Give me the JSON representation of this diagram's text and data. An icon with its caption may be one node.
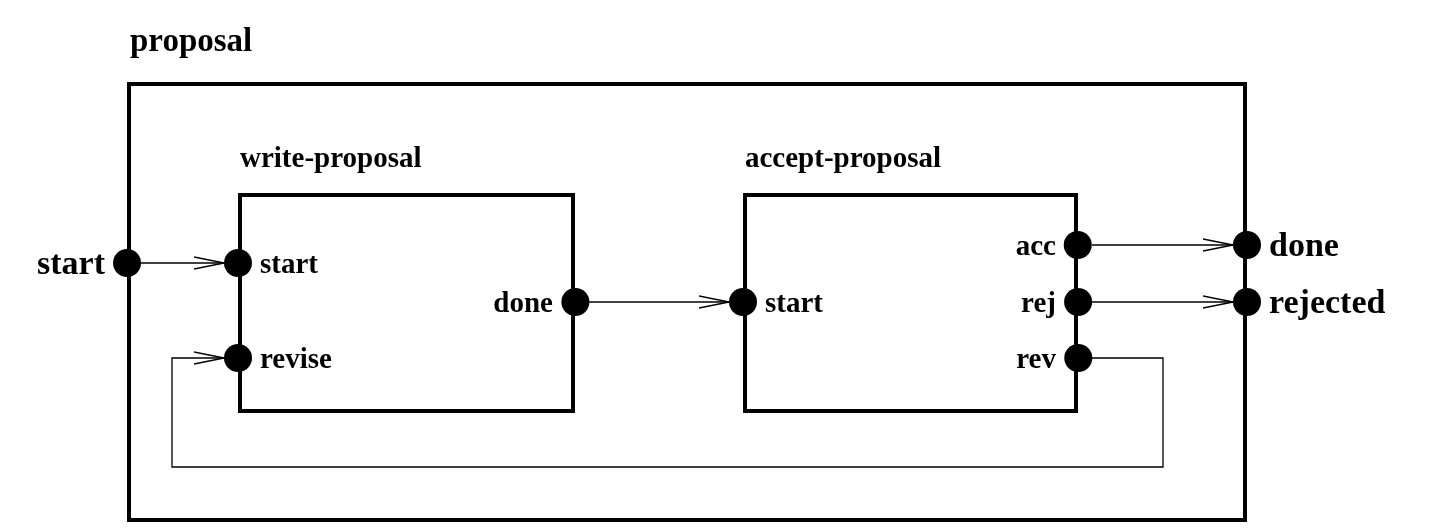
{
  "diagram": {
    "nodes": [
      {
        "text": [
          "proposal"
        ]
      },
      {
        "text": [
          "write-proposal"
        ],
        "in": 0
      },
      {
        "text": [
          "accept-proposal"
        ],
        "in": 0
      },
      {
        "text": [
          "start"
        ]
      },
      {
        "text": [
          "start"
        ],
        "in": 1
      },
      {
        "text": [
          "revise"
        ],
        "in": 1
      },
      {
        "text": [
          "done"
        ],
        "in": 1
      },
      {
        "text": [
          "start"
        ],
        "in": 2
      },
      {
        "text": [
          "acc"
        ],
        "in": 2
      },
      {
        "text": [
          "rej"
        ],
        "in": 2
      },
      {
        "text": [
          "rev"
        ],
        "in": 2
      },
      {
        "text": [
          "done"
        ]
      },
      {
        "text": [
          "rejected"
        ]
      }
    ],
    "edges": [
      {
        "from": 3,
        "to": 4,
        "arrow": "to"
      },
      {
        "from": 6,
        "to": 7,
        "arrow": "to"
      },
      {
        "from": 8,
        "to": 11,
        "arrow": "to"
      },
      {
        "from": 9,
        "to": 12,
        "arrow": "to"
      },
      {
        "from": 10,
        "to": 5,
        "arrow": "to"
      }
    ]
  }
}
